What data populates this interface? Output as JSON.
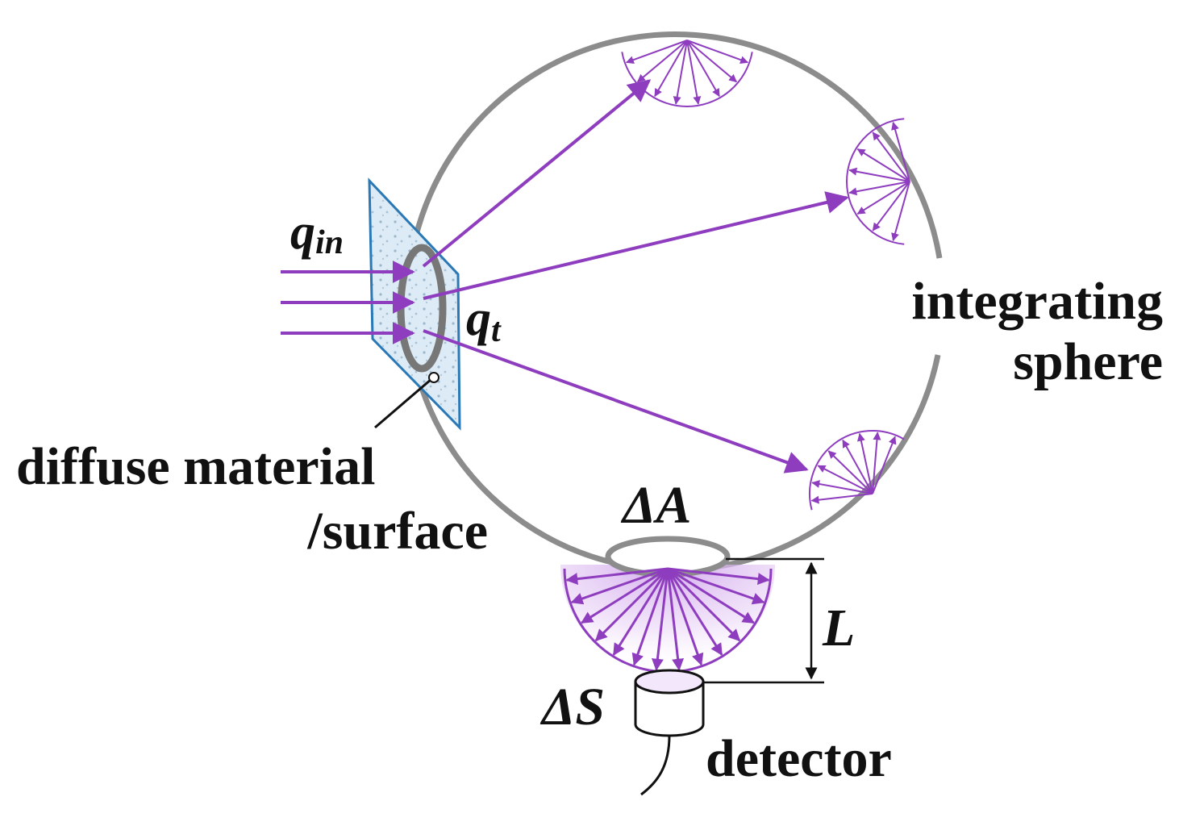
{
  "labels": {
    "q_in": {
      "main": "q",
      "sub": "in"
    },
    "q_t": {
      "main": "q",
      "sub": "t"
    },
    "sphere_line1": "integrating",
    "sphere_line2": "sphere",
    "material_line1": "diffuse material",
    "material_line2": "/surface",
    "delta_A": "ΔA",
    "length_L": "L",
    "delta_S": "ΔS",
    "detector": "detector"
  },
  "colors": {
    "ray": "#8e3dbf",
    "sphere": "#8c8c8c",
    "slab_edge": "#2a78b5",
    "slab_fill": "#dcebf5",
    "text": "#111111",
    "glow": "#d9b8ee"
  }
}
